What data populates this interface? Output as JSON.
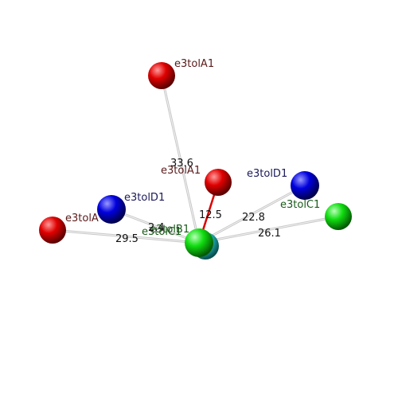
{
  "nodes": [
    {
      "id": "a_top",
      "label": "e3tolA1",
      "color": "red"
    },
    {
      "id": "a_mid",
      "label": "e3tolA1",
      "color": "red"
    },
    {
      "id": "a_left",
      "label": "e3tolA",
      "color": "red"
    },
    {
      "id": "d_left",
      "label": "e3tolD1",
      "color": "blue"
    },
    {
      "id": "d_right",
      "label": "e3tolD1",
      "color": "blue"
    },
    {
      "id": "c_right",
      "label": "e3tolC1",
      "color": "green"
    },
    {
      "id": "center_green",
      "label": "e3tolC1",
      "color": "green"
    },
    {
      "id": "center_cyan",
      "label": "e3tolB1",
      "color": "cyan"
    }
  ],
  "edges": [
    {
      "from": "center_green",
      "to": "a_top",
      "label": "33.6"
    },
    {
      "from": "center_green",
      "to": "a_mid",
      "label": "12.5",
      "highlight": true
    },
    {
      "from": "center_green",
      "to": "a_left",
      "label": "29.5"
    },
    {
      "from": "center_green",
      "to": "d_left",
      "label": "2.4"
    },
    {
      "from": "center_green",
      "to": "d_right",
      "label": "22.8"
    },
    {
      "from": "center_green",
      "to": "c_right",
      "label": "26.1"
    }
  ],
  "colors": {
    "red": "#e00000",
    "blue": "#0000dd",
    "green": "#11dd11",
    "cyan": "#22cccc",
    "label_red": "#5a1a1a",
    "label_blue": "#1a1a5a",
    "label_green": "#1a5a1a",
    "edge": "#c8c8c8",
    "edge_highlight": "#dd0000"
  }
}
